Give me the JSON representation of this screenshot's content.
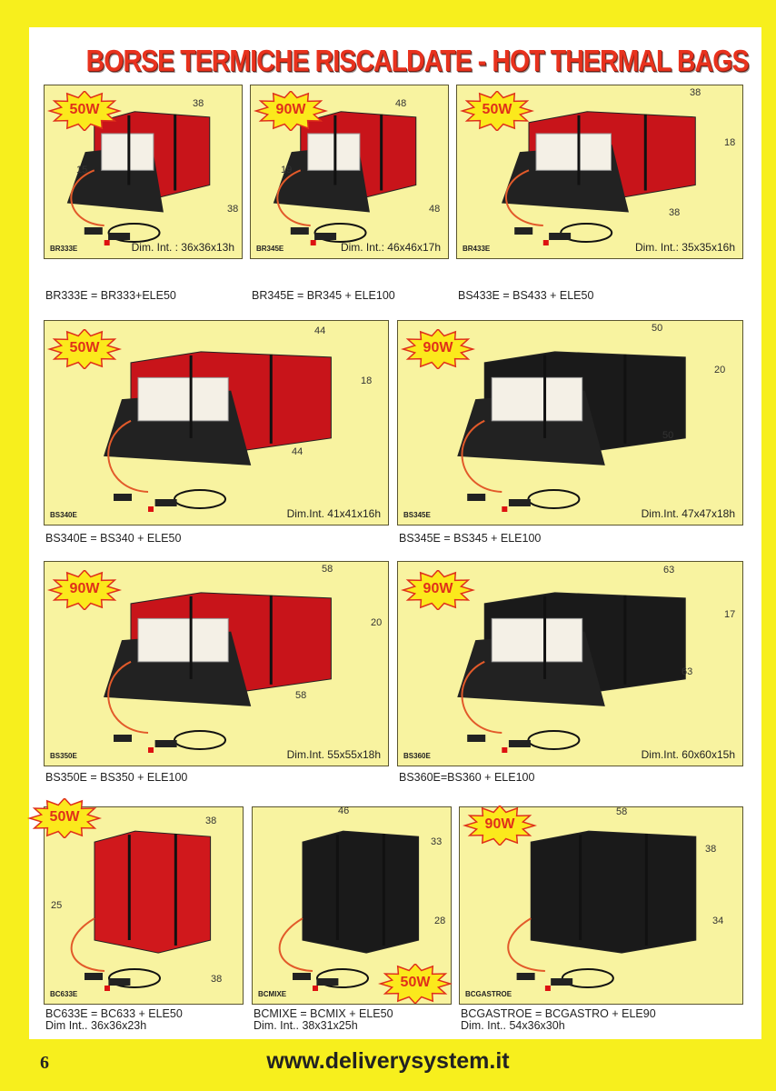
{
  "title": "BORSE TERMICHE RISCALDATE - HOT THERMAL BAGS",
  "panels": [
    {
      "code": "BR333E",
      "dim_int": "Dim. Int. : 36x36x13h",
      "badge": "50W",
      "dims": [
        "38",
        "15",
        "38"
      ],
      "caption": [
        "BR333E = BR333+ELE50"
      ],
      "bag_color": "#c8141a"
    },
    {
      "code": "BR345E",
      "dim_int": "Dim. Int.: 46x46x17h",
      "badge": "90W",
      "dims": [
        "48",
        "19",
        "48"
      ],
      "caption": [
        "BR345E = BR345 + ELE100"
      ],
      "bag_color": "#c8141a"
    },
    {
      "code": "BR433E",
      "dim_int": "Dim. Int.: 35x35x16h",
      "badge": "50W",
      "dims": [
        "38",
        "18",
        "38"
      ],
      "caption": [
        "BS433E = BS433 + ELE50"
      ],
      "bag_color": "#c8141a"
    },
    {
      "code": "BS340E",
      "dim_int": "Dim.Int. 41x41x16h",
      "badge": "50W",
      "dims": [
        "44",
        "18",
        "44"
      ],
      "caption": [
        "BS340E = BS340 + ELE50"
      ],
      "bag_color": "#c8141a"
    },
    {
      "code": "BS345E",
      "dim_int": "Dim.Int. 47x47x18h",
      "badge": "90W",
      "dims": [
        "50",
        "20",
        "50"
      ],
      "caption": [
        "BS345E = BS345 + ELE100"
      ],
      "bag_color": "#1a1a1a"
    },
    {
      "code": "BS350E",
      "dim_int": "Dim.Int. 55x55x18h",
      "badge": "90W",
      "dims": [
        "58",
        "20",
        "58"
      ],
      "caption": [
        "BS350E = BS350 + ELE100"
      ],
      "bag_color": "#c8141a"
    },
    {
      "code": "BS360E",
      "dim_int": "Dim.Int. 60x60x15h",
      "badge": "90W",
      "dims": [
        "63",
        "17",
        "63"
      ],
      "caption": [
        "BS360E=BS360 + ELE100"
      ],
      "bag_color": "#1a1a1a"
    },
    {
      "code": "BC633E",
      "dim_int": "",
      "badge": "50W",
      "dims": [
        "38",
        "25",
        "38"
      ],
      "caption": [
        "BC633E = BC633 + ELE50",
        "Dim Int.. 36x36x23h"
      ],
      "bag_color": "#d0181c"
    },
    {
      "code": "BCMIXE",
      "dim_int": "",
      "badge": "50W",
      "dims": [
        "46",
        "33",
        "28"
      ],
      "caption": [
        "BCMIXE = BCMIX + ELE50",
        "Dim. Int.. 38x31x25h"
      ],
      "bag_color": "#1a1a1a"
    },
    {
      "code": "BCGASTROE",
      "dim_int": "",
      "badge": "90W",
      "dims": [
        "58",
        "38",
        "34"
      ],
      "caption": [
        "BCGASTROE = BCGASTRO + ELE90",
        "Dim. Int.. 54x36x30h"
      ],
      "bag_color": "#1a1a1a"
    }
  ],
  "footer": {
    "page_number": "6",
    "url": "www.deliverysystem.it"
  },
  "colors": {
    "page_border": "#f7ef1d",
    "panel_bg": "#f8f3a0",
    "title": "#e8321e",
    "badge_text": "#e0301a"
  }
}
